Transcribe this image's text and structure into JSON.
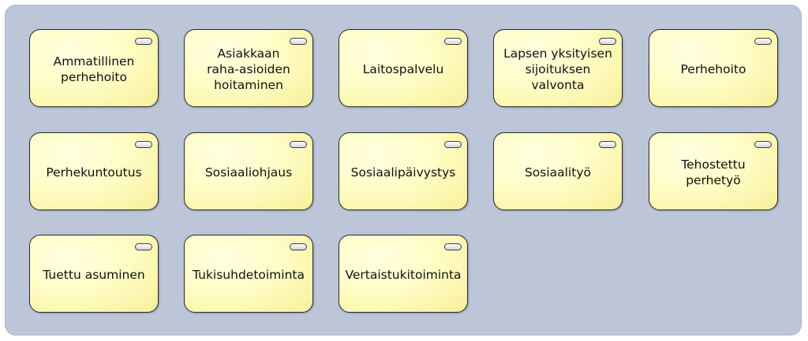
{
  "services": [
    {
      "label": "Ammatillinen\nperhehoito",
      "icon": "service-icon"
    },
    {
      "label": "Asiakkaan\nraha-asioiden\nhoitaminen",
      "icon": "service-icon"
    },
    {
      "label": "Laitospalvelu",
      "icon": "service-icon"
    },
    {
      "label": "Lapsen yksityisen\nsijoituksen valvonta",
      "icon": "service-icon"
    },
    {
      "label": "Perhehoito",
      "icon": "service-icon"
    },
    {
      "label": "Perhekuntoutus",
      "icon": "service-icon"
    },
    {
      "label": "Sosiaaliohjaus",
      "icon": "service-icon"
    },
    {
      "label": "Sosiaalipäivystys",
      "icon": "service-icon"
    },
    {
      "label": "Sosiaalityö",
      "icon": "service-icon"
    },
    {
      "label": "Tehostettu\nperhetyö",
      "icon": "service-icon"
    },
    {
      "label": "Tuettu asuminen",
      "icon": "service-icon"
    },
    {
      "label": "Tukisuhdetoiminta",
      "icon": "service-icon"
    },
    {
      "label": "Vertaistukitoiminta",
      "icon": "service-icon"
    }
  ],
  "colors": {
    "group_fill": "#bcc6d8",
    "service_fill": "#fffdc6",
    "service_border": "#2a2a2a"
  }
}
